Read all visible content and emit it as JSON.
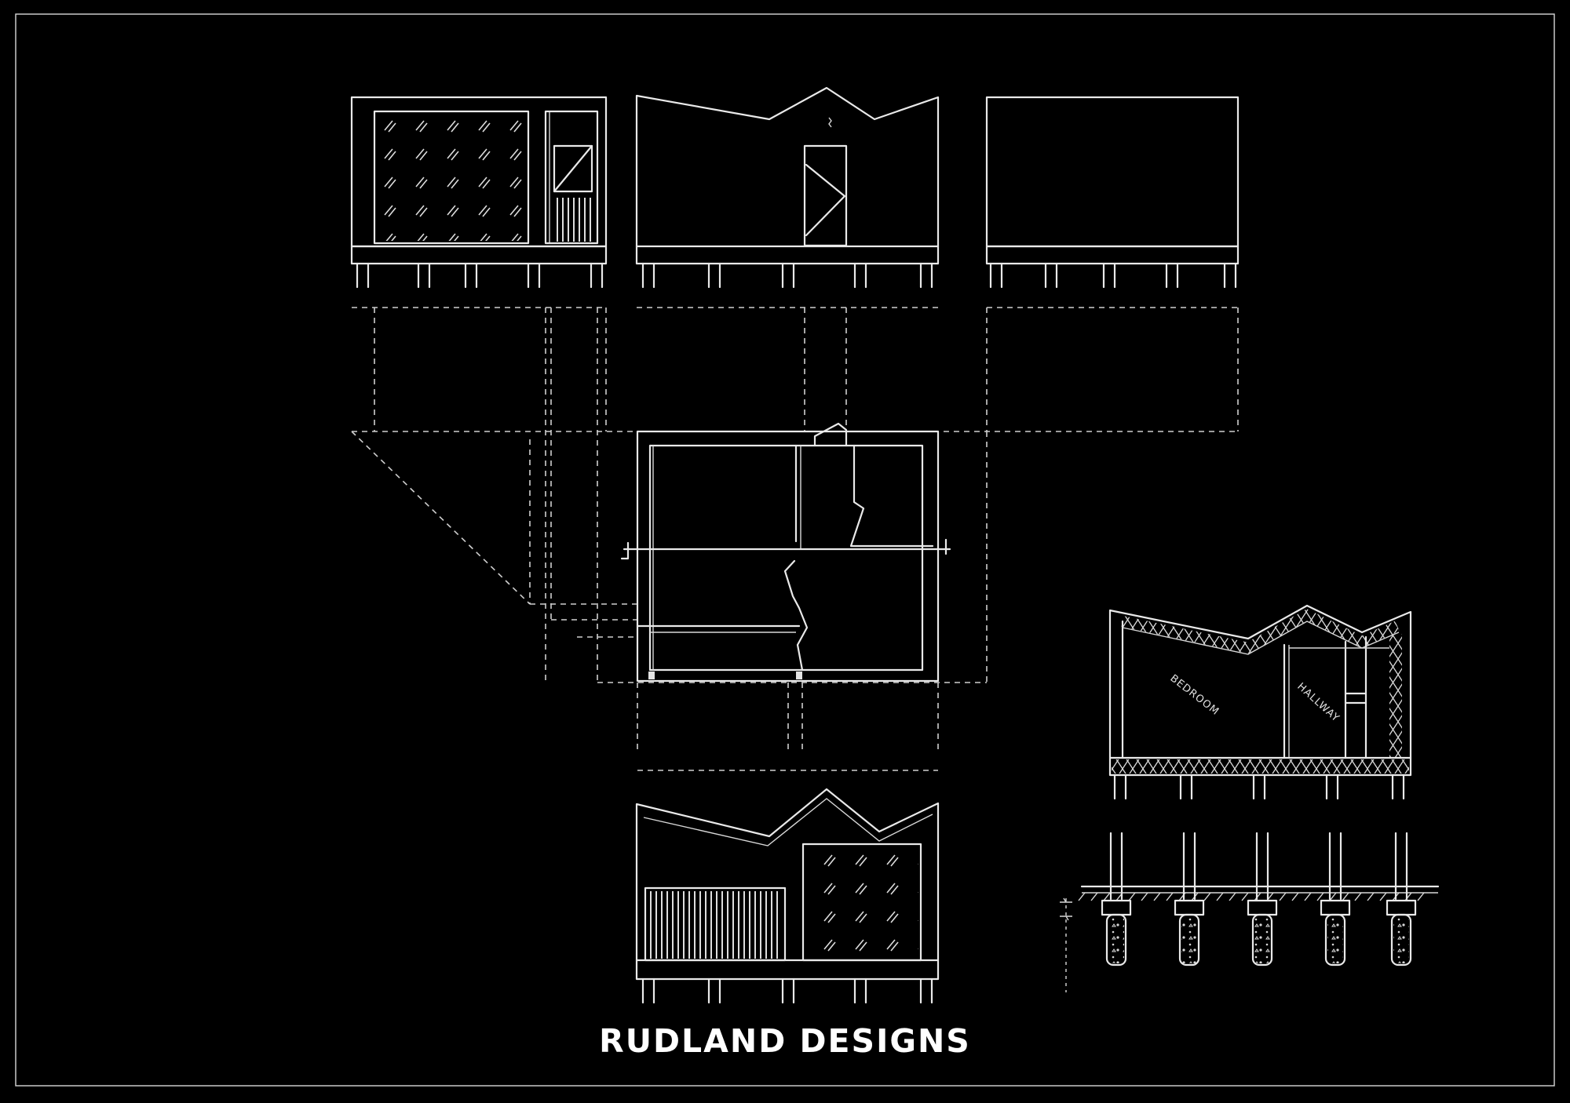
{
  "drawing": {
    "title": "RUDLAND DESIGNS",
    "rooms": [
      "BEDROOM",
      "HALLWAY"
    ]
  },
  "colors": {
    "background": "#000000",
    "linework": "#e9e9e9"
  }
}
